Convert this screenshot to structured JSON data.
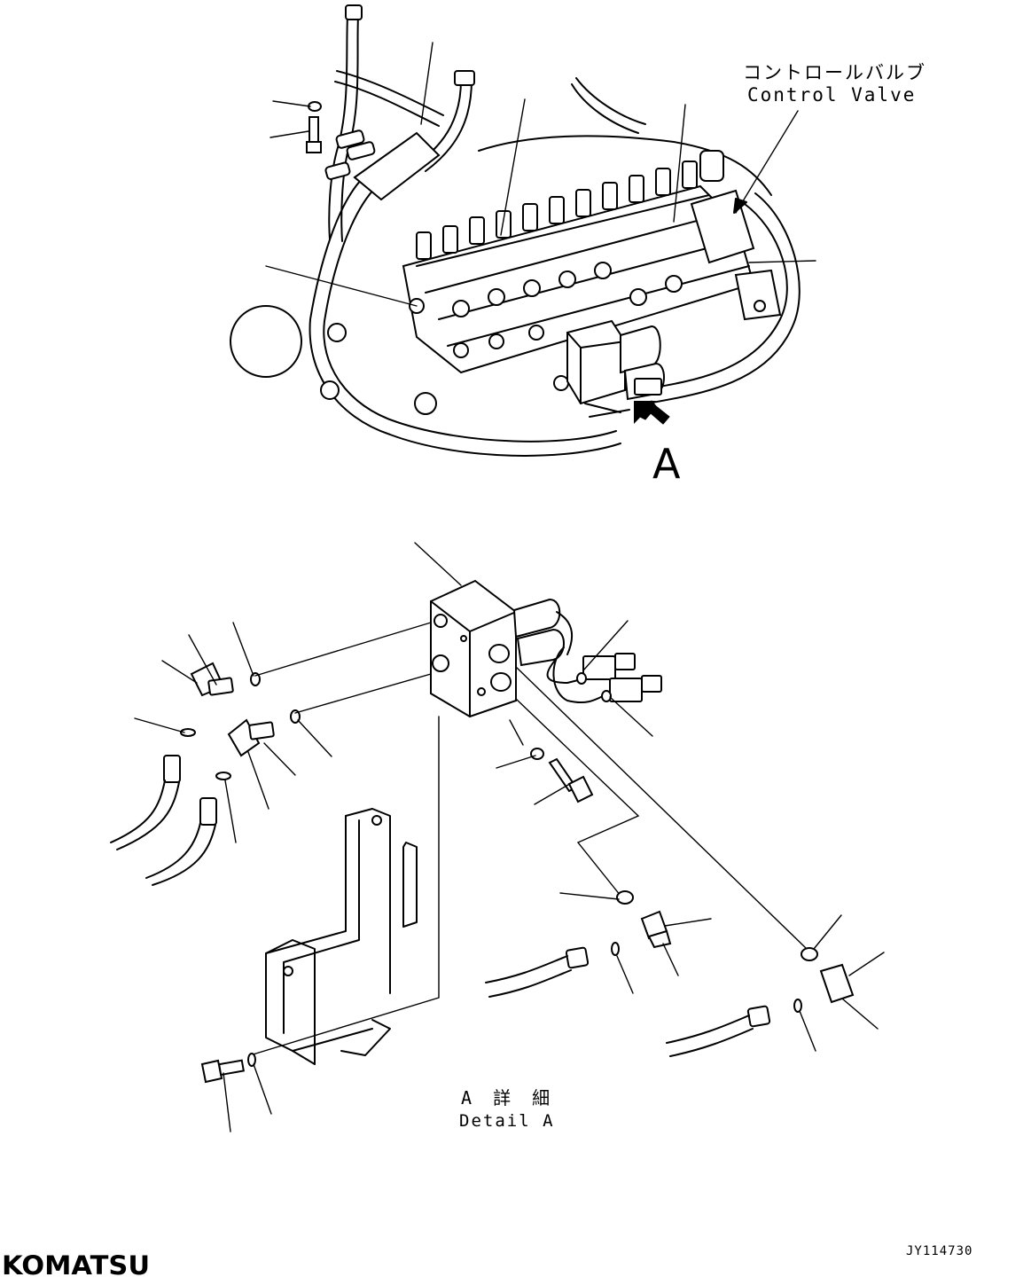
{
  "callouts": {
    "control_valve_jp": "コントロールバルブ",
    "control_valve_en": "Control Valve",
    "view_marker": "A"
  },
  "detail": {
    "title_jp": "A 詳 細",
    "title_en": "Detail A"
  },
  "footer": {
    "drawing_number": "JY114730",
    "brand_logo": "KOMATSU"
  }
}
